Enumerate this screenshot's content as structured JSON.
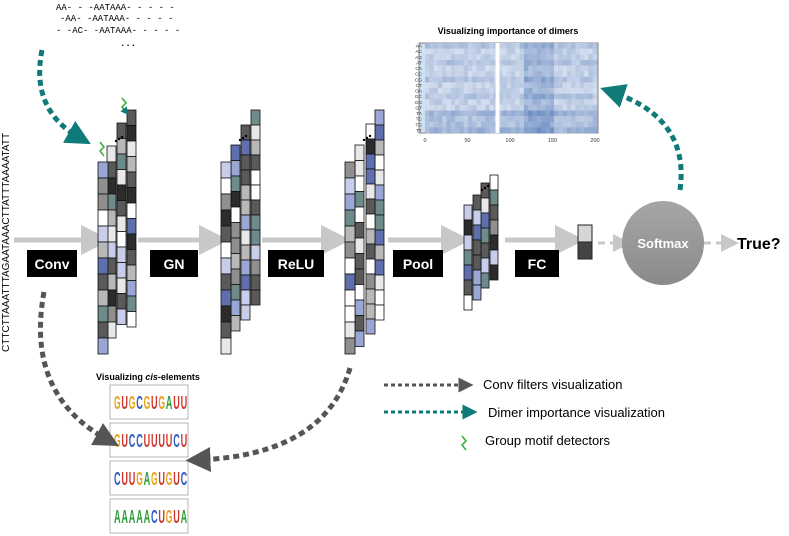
{
  "input": {
    "sequence": "CTTCTTAAATTTAGAATAAACTTATTTAAAATATT",
    "alignment": [
      "AA- - -AATAAA- - - - -",
      "-AA- -AATAAA- - - - -",
      "- -AC- -AATAAA- - - - -",
      "..."
    ]
  },
  "stages": [
    "Conv",
    "GN",
    "ReLU",
    "Pool",
    "FC"
  ],
  "softmax": "Softmax",
  "output": "True?",
  "heatmap": {
    "title": "Visualizing importance of dimers",
    "row_labels": [
      "AA",
      "AC",
      "AG",
      "AT",
      "CA",
      "CC",
      "CG",
      "CT",
      "GA",
      "GC",
      "GG",
      "GT",
      "TA",
      "TC",
      "TG",
      "TT"
    ],
    "x_ticks": [
      "0",
      "50",
      "100",
      "150",
      "200"
    ],
    "x_range": [
      0,
      200
    ]
  },
  "motifs": {
    "title_pre": "Visualizing ",
    "title_em": "cis",
    "title_post": "-elements",
    "logos": [
      "GUGCGUGAUU",
      "GUCCUUUUCU",
      "CUUGAGUGUC",
      "AAAAACUGUA"
    ]
  },
  "legend": {
    "conv_filters": "Conv filters visualization",
    "dimer": "Dimer importance visualization",
    "group": "Group motif detectors"
  },
  "colors": {
    "arrow_gray": "#c8c8c8",
    "stage_box": "#000000",
    "softmax": "#9a9a9a",
    "teal": "#0f7a78",
    "dark_dash": "#555555",
    "green": "#3cb043",
    "heat_light": "#cfe2f3",
    "heat_dark": "#1f5fa6"
  }
}
